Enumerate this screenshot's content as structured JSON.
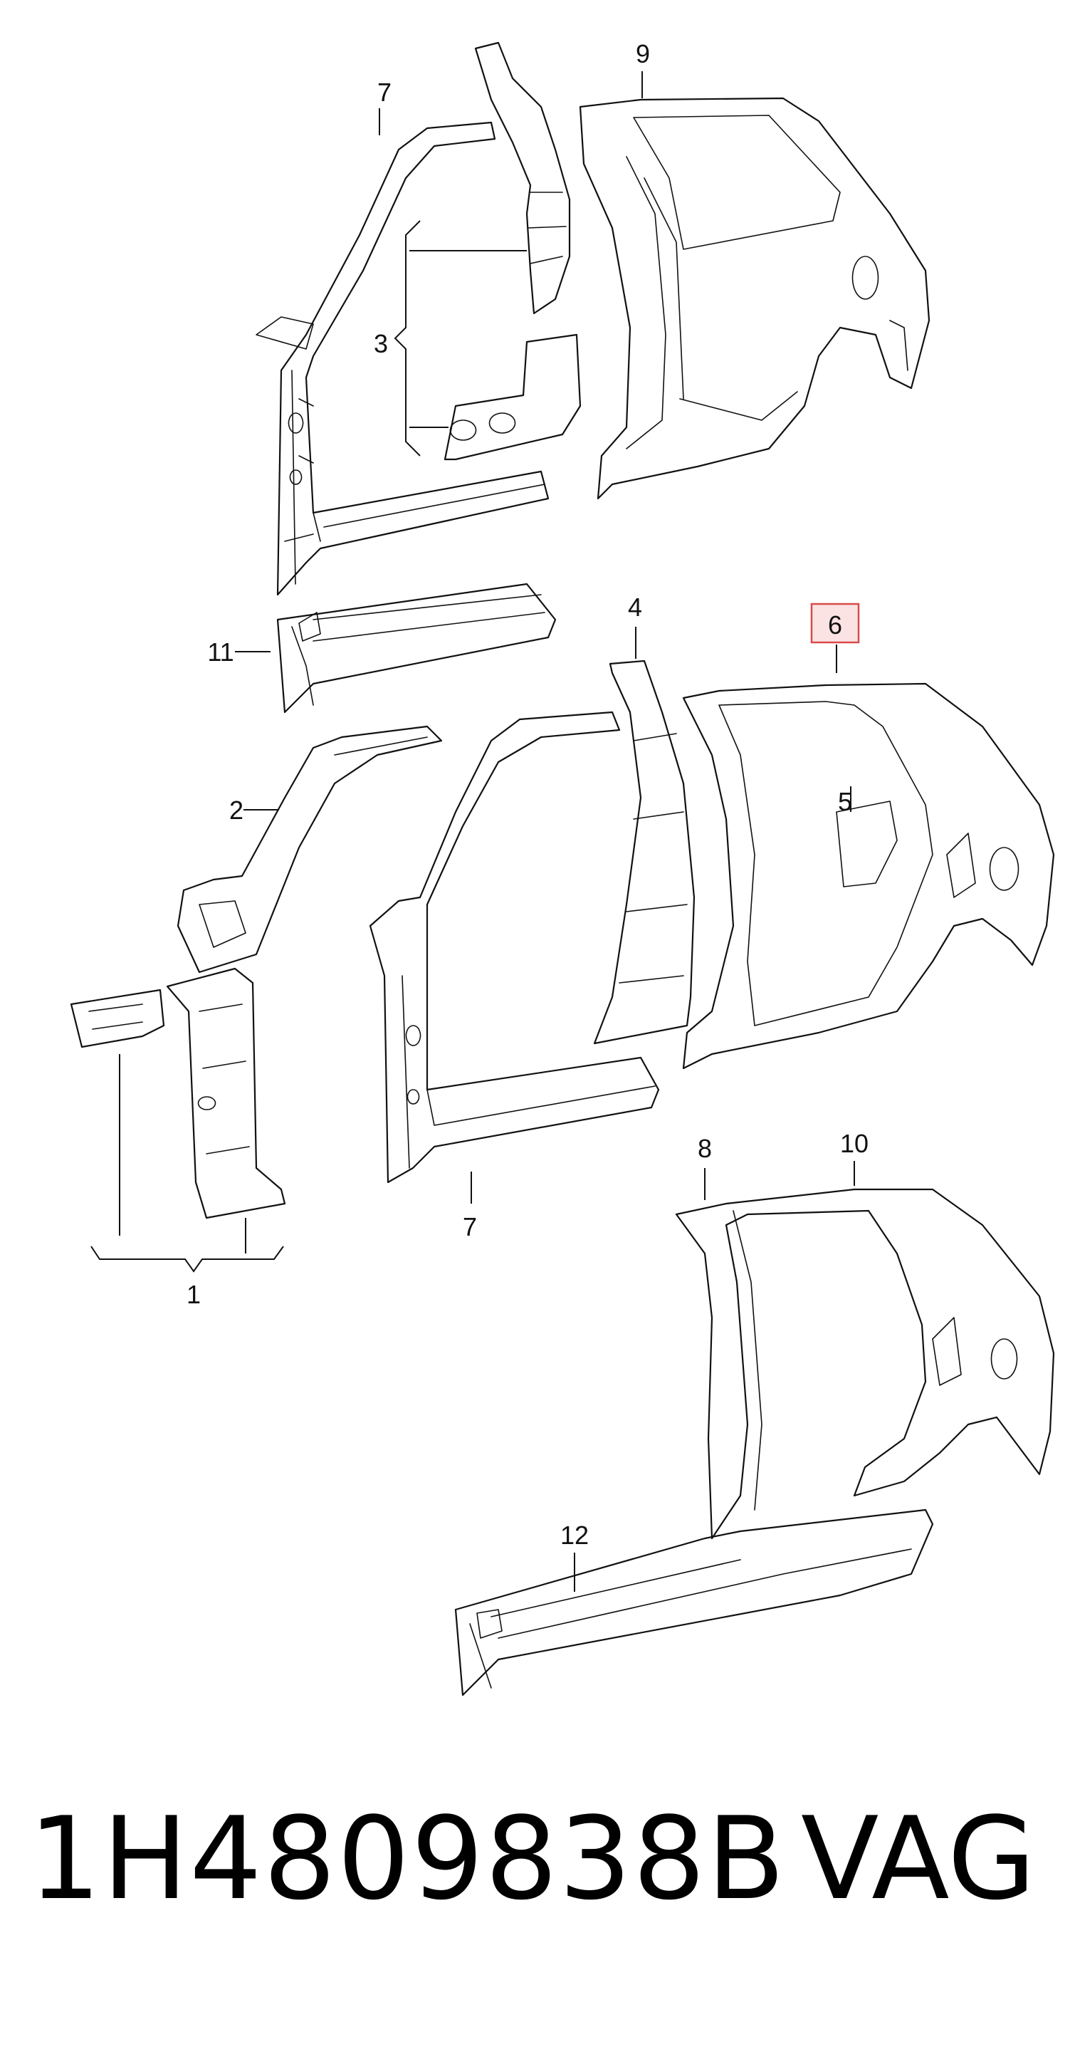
{
  "diagram": {
    "callouts": [
      "7",
      "9",
      "3",
      "4",
      "6",
      "11",
      "2",
      "5",
      "1",
      "7",
      "8",
      "10",
      "12"
    ],
    "highlighted_callout": "6",
    "colors": {
      "line": "#111111",
      "highlight_border": "#d94b4b",
      "highlight_fill": "#fbe3e3",
      "background": "#ffffff"
    }
  },
  "footer": {
    "part_number": "1H4809838B",
    "brand": "VAG"
  }
}
